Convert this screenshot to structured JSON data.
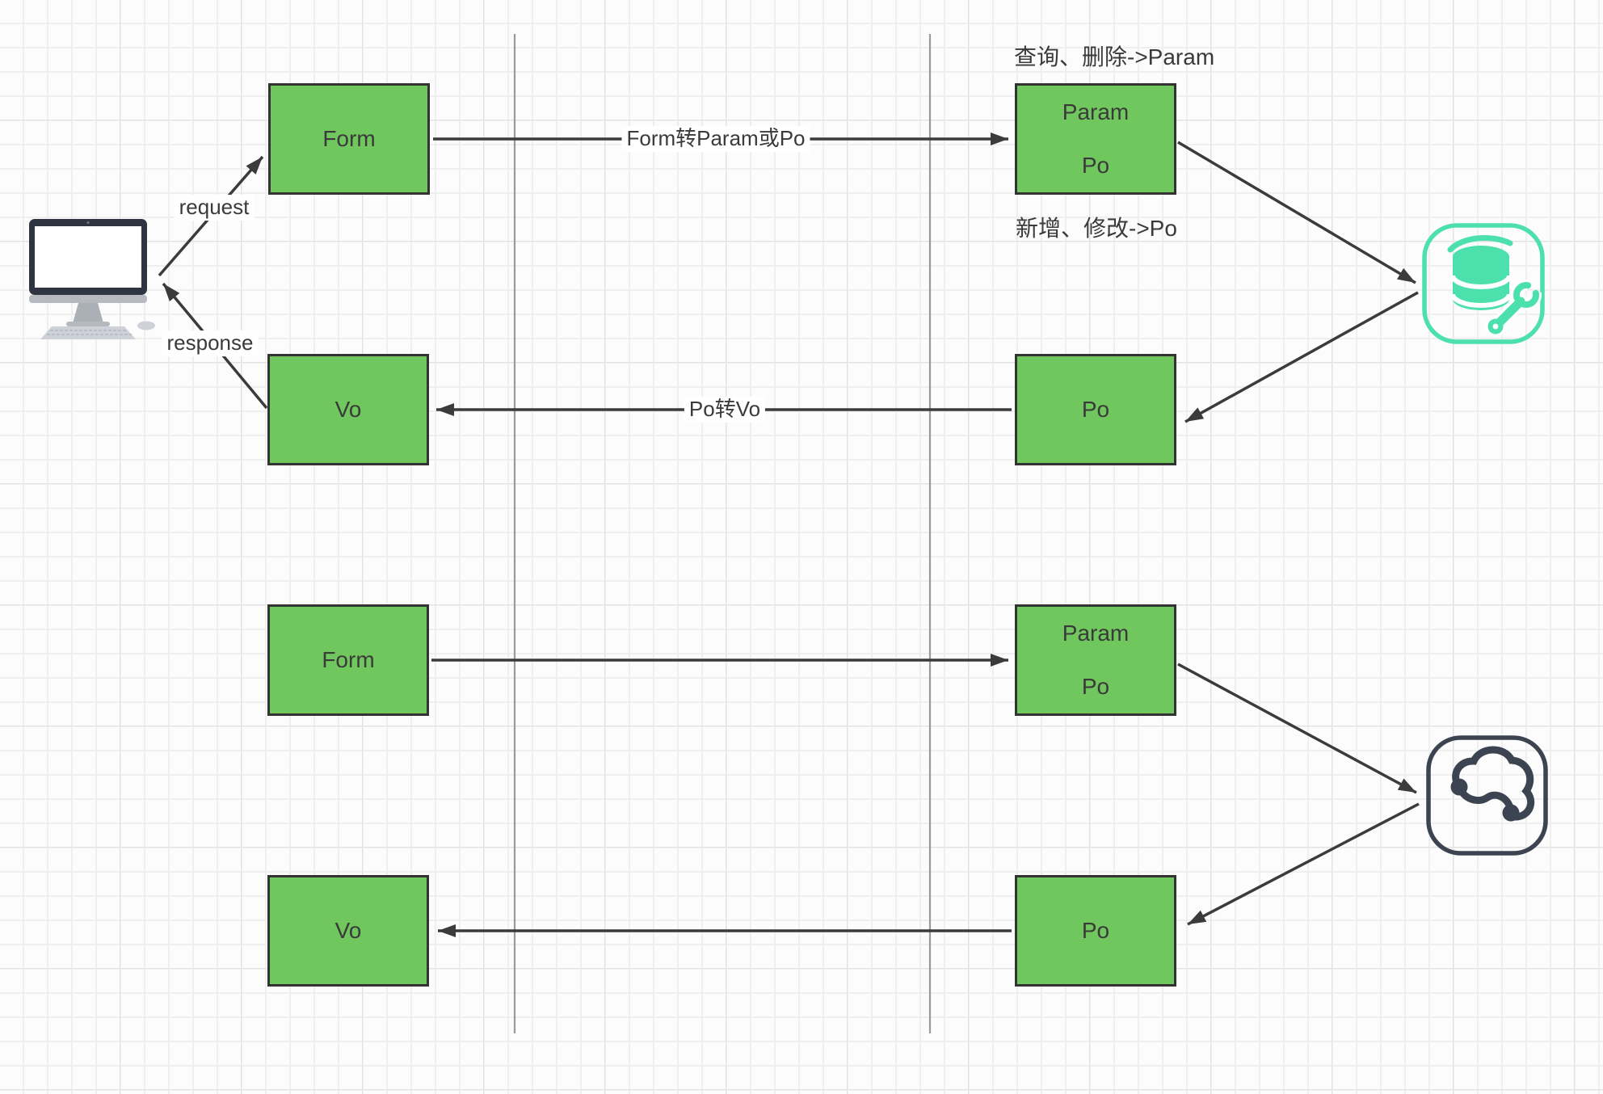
{
  "boxes": {
    "form1": {
      "label": "Form"
    },
    "param_po1": {
      "line1": "Param",
      "line2": "Po"
    },
    "vo1": {
      "label": "Vo"
    },
    "po1": {
      "label": "Po"
    },
    "form2": {
      "label": "Form"
    },
    "param_po2": {
      "line1": "Param",
      "line2": "Po"
    },
    "vo2": {
      "label": "Vo"
    },
    "po2": {
      "label": "Po"
    }
  },
  "edge_labels": {
    "request": "request",
    "response": "response",
    "form_to_param_or_po": "Form转Param或Po",
    "po_to_vo": "Po转Vo"
  },
  "annotations": {
    "query_delete_param": "查询、删除->Param",
    "create_update_po": "新增、修改->Po"
  },
  "icons": {
    "client": "desktop-computer",
    "database": "database-maintenance",
    "cloud": "cloud-service"
  },
  "colors": {
    "box_fill": "#70c75e",
    "box_border": "#333333",
    "edge": "#3b3b3b",
    "separator": "#9a9a9a",
    "database_icon": "#4ce0ac",
    "cloud_icon": "#3b4450"
  }
}
